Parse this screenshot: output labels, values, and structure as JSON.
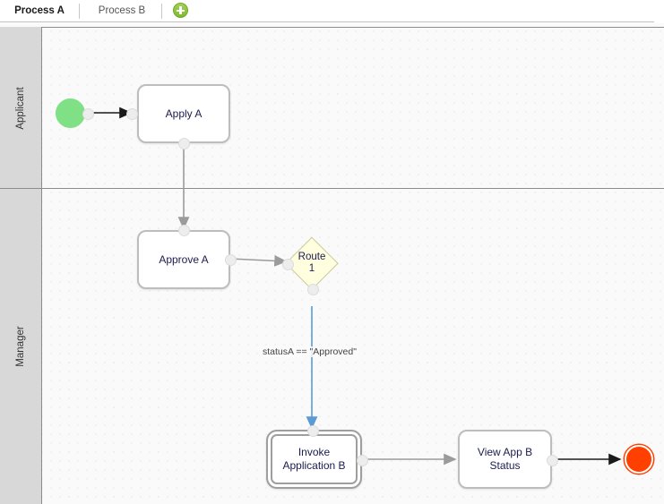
{
  "tabbar": {
    "tabs": [
      {
        "label": "Process A",
        "active": true
      },
      {
        "label": "Process B",
        "active": false
      }
    ],
    "add_button_label": "+",
    "add_button_color": "#8cc63e"
  },
  "canvas": {
    "background": "#fafafa",
    "grid": "dot-grid"
  },
  "lanes": [
    {
      "name": "Applicant"
    },
    {
      "name": "Manager"
    }
  ],
  "diagram": {
    "nodes": [
      {
        "id": "start",
        "type": "start-event",
        "label": "",
        "color": "#7fe085"
      },
      {
        "id": "applyA",
        "type": "task",
        "label": "Apply A"
      },
      {
        "id": "approveA",
        "type": "task",
        "label": "Approve A"
      },
      {
        "id": "route1",
        "type": "gateway",
        "label": "Route\n1",
        "label_line1": "Route",
        "label_line2": "1",
        "color": "#ffffdf"
      },
      {
        "id": "invokeB",
        "type": "call-activity",
        "label": "Invoke\nApplication B",
        "label_line1": "Invoke",
        "label_line2": "Application B"
      },
      {
        "id": "viewB",
        "type": "task",
        "label": "View App B\nStatus",
        "label_line1": "View App B",
        "label_line2": "Status"
      },
      {
        "id": "end",
        "type": "end-event",
        "label": "",
        "color": "#ff4000"
      }
    ],
    "edges": [
      {
        "from": "start",
        "to": "applyA",
        "label": "",
        "color": "#1a1a1a"
      },
      {
        "from": "applyA",
        "to": "approveA",
        "label": "",
        "color": "#a8a8a8"
      },
      {
        "from": "approveA",
        "to": "route1",
        "label": "",
        "color": "#a8a8a8"
      },
      {
        "from": "route1",
        "to": "invokeB",
        "label": "statusA == \"Approved\"",
        "color": "#5b9bd5"
      },
      {
        "from": "invokeB",
        "to": "viewB",
        "label": "",
        "color": "#a8a8a8"
      },
      {
        "from": "viewB",
        "to": "end",
        "label": "",
        "color": "#1a1a1a"
      }
    ]
  }
}
